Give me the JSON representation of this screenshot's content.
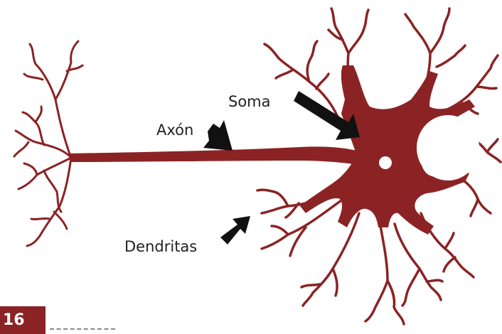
{
  "labels": {
    "soma": "Soma",
    "axon": "Axón",
    "dendrites": "Dendritas"
  },
  "page_number": "16",
  "icons": {
    "neuron": "neuron-illustration",
    "arrow": "arrow-icon"
  },
  "colors": {
    "neuron": "#8b2324",
    "arrow": "#111111",
    "badge_bg": "#8b2324",
    "badge_text": "#ffffff",
    "label_text": "#222222"
  }
}
